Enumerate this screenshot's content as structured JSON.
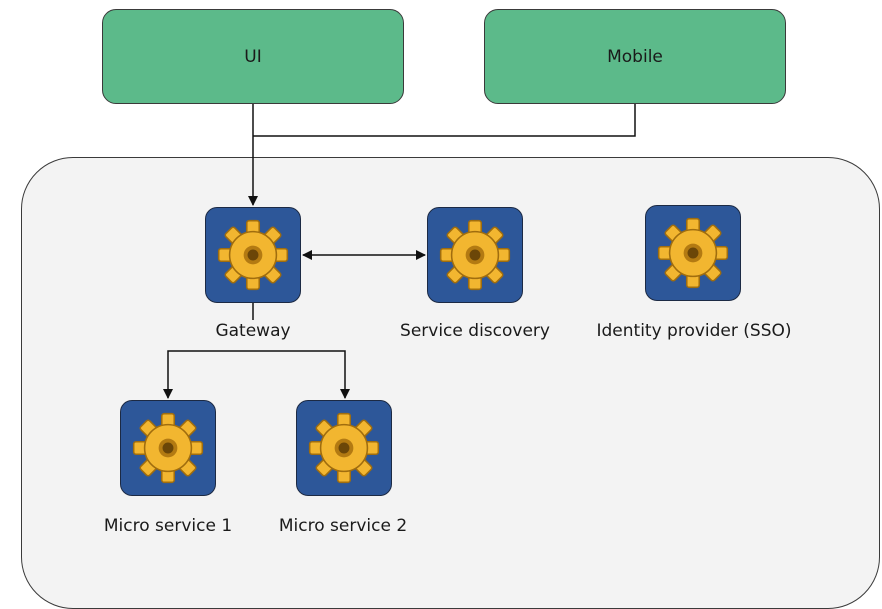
{
  "clients": {
    "ui": "UI",
    "mobile": "Mobile"
  },
  "services": {
    "gateway": "Gateway",
    "discovery": "Service discovery",
    "identity": "Identity provider (SSO)",
    "micro1": "Micro service 1",
    "micro2": "Micro service 2"
  },
  "colors": {
    "client_fill": "#5cba8a",
    "container_fill": "#f3f3f3",
    "icon_bg": "#2d5799",
    "gear": "#f2b630"
  },
  "icons": {
    "service": "gear-icon"
  }
}
